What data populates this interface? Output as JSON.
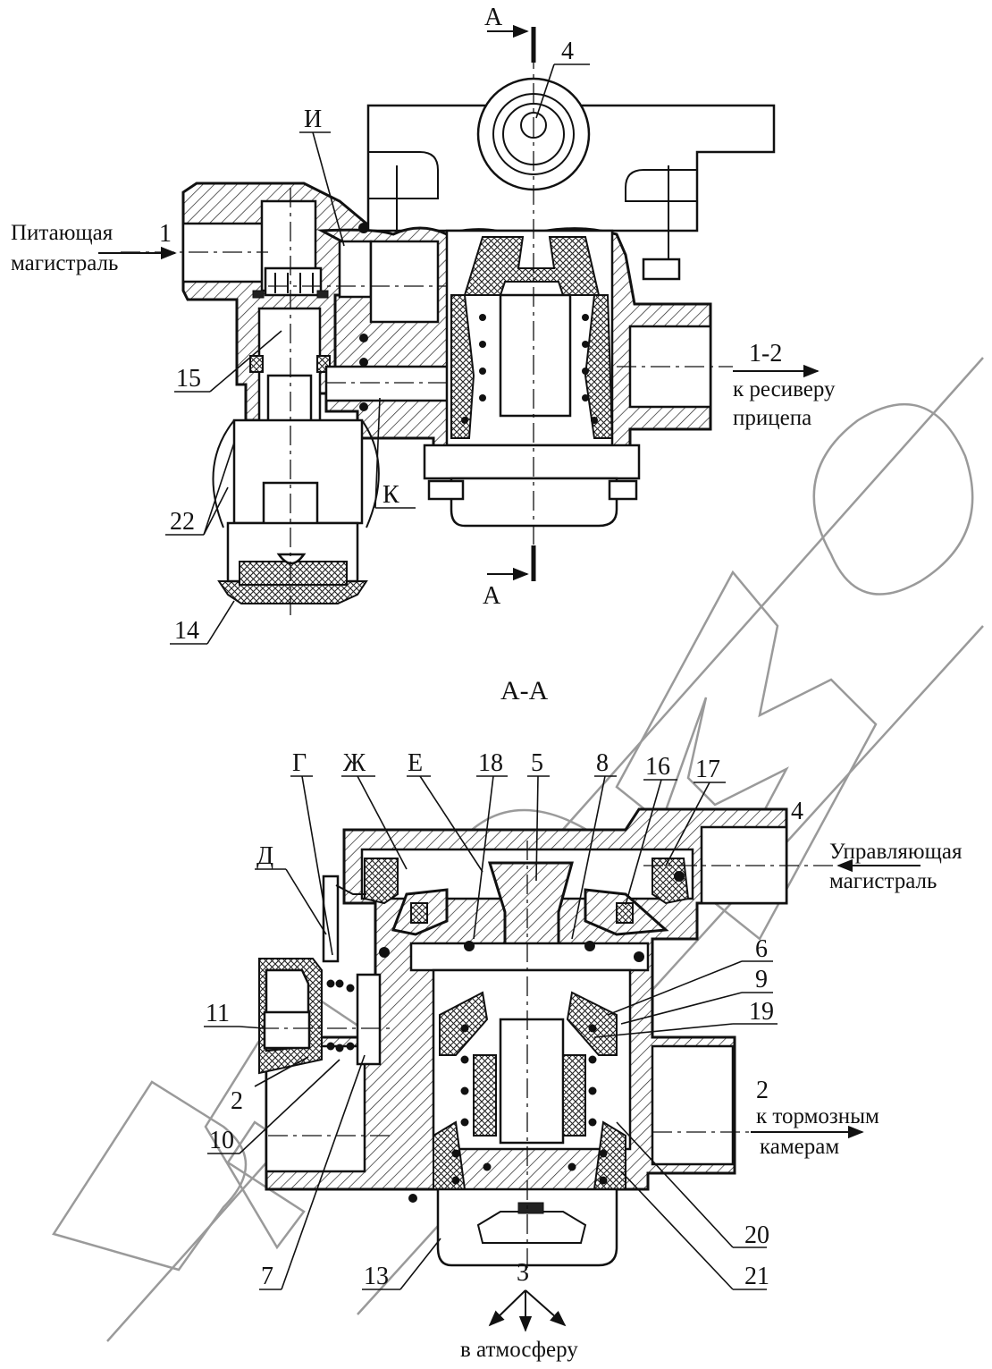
{
  "top_view": {
    "callouts": [
      {
        "id": "c1",
        "text": "1"
      },
      {
        "id": "c4",
        "text": "4"
      },
      {
        "id": "cI",
        "text": "И"
      },
      {
        "id": "c15",
        "text": "15"
      },
      {
        "id": "c22",
        "text": "22"
      },
      {
        "id": "cK",
        "text": "К"
      },
      {
        "id": "c14",
        "text": "14"
      },
      {
        "id": "c12",
        "text": "1-2"
      }
    ],
    "section_mark_top": "А",
    "section_mark_bottom": "А",
    "supply_line": [
      "Питающая",
      "магистраль"
    ],
    "to_receiver": [
      "к ресиверу",
      "прицепа"
    ]
  },
  "section_view": {
    "title": "А-А",
    "callouts": [
      {
        "id": "cG",
        "text": "Г"
      },
      {
        "id": "cZh",
        "text": "Ж"
      },
      {
        "id": "cE",
        "text": "Е"
      },
      {
        "id": "c18",
        "text": "18"
      },
      {
        "id": "c5",
        "text": "5"
      },
      {
        "id": "c8",
        "text": "8"
      },
      {
        "id": "c16",
        "text": "16"
      },
      {
        "id": "c17",
        "text": "17"
      },
      {
        "id": "c4b",
        "text": "4"
      },
      {
        "id": "cD",
        "text": "Д"
      },
      {
        "id": "c6",
        "text": "6"
      },
      {
        "id": "c9",
        "text": "9"
      },
      {
        "id": "c19",
        "text": "19"
      },
      {
        "id": "c11",
        "text": "11"
      },
      {
        "id": "c2",
        "text": "2"
      },
      {
        "id": "c2b",
        "text": "2"
      },
      {
        "id": "c10",
        "text": "10"
      },
      {
        "id": "c20",
        "text": "20"
      },
      {
        "id": "c21",
        "text": "21"
      },
      {
        "id": "c7",
        "text": "7"
      },
      {
        "id": "c13",
        "text": "13"
      },
      {
        "id": "c3",
        "text": "3"
      }
    ],
    "control_line": [
      "Управляющая",
      "магистраль"
    ],
    "to_chambers": [
      "к тормозным",
      "камерам"
    ],
    "to_atmosphere": "в атмосферу"
  }
}
